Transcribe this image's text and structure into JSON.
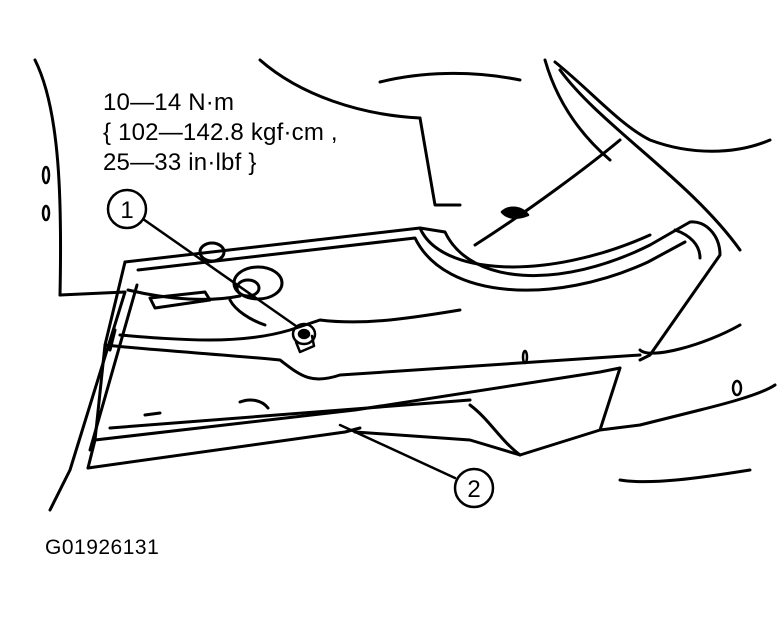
{
  "torque_spec": {
    "line1": "10—14 N·m",
    "line2": "{ 102—142.8 kgf·cm ,",
    "line3": "25—33 in·lbf }"
  },
  "callouts": [
    {
      "label": "1"
    },
    {
      "label": "2"
    }
  ],
  "figure_id": "G01926131",
  "colors": {
    "line": "#000000",
    "background": "#ffffff"
  }
}
